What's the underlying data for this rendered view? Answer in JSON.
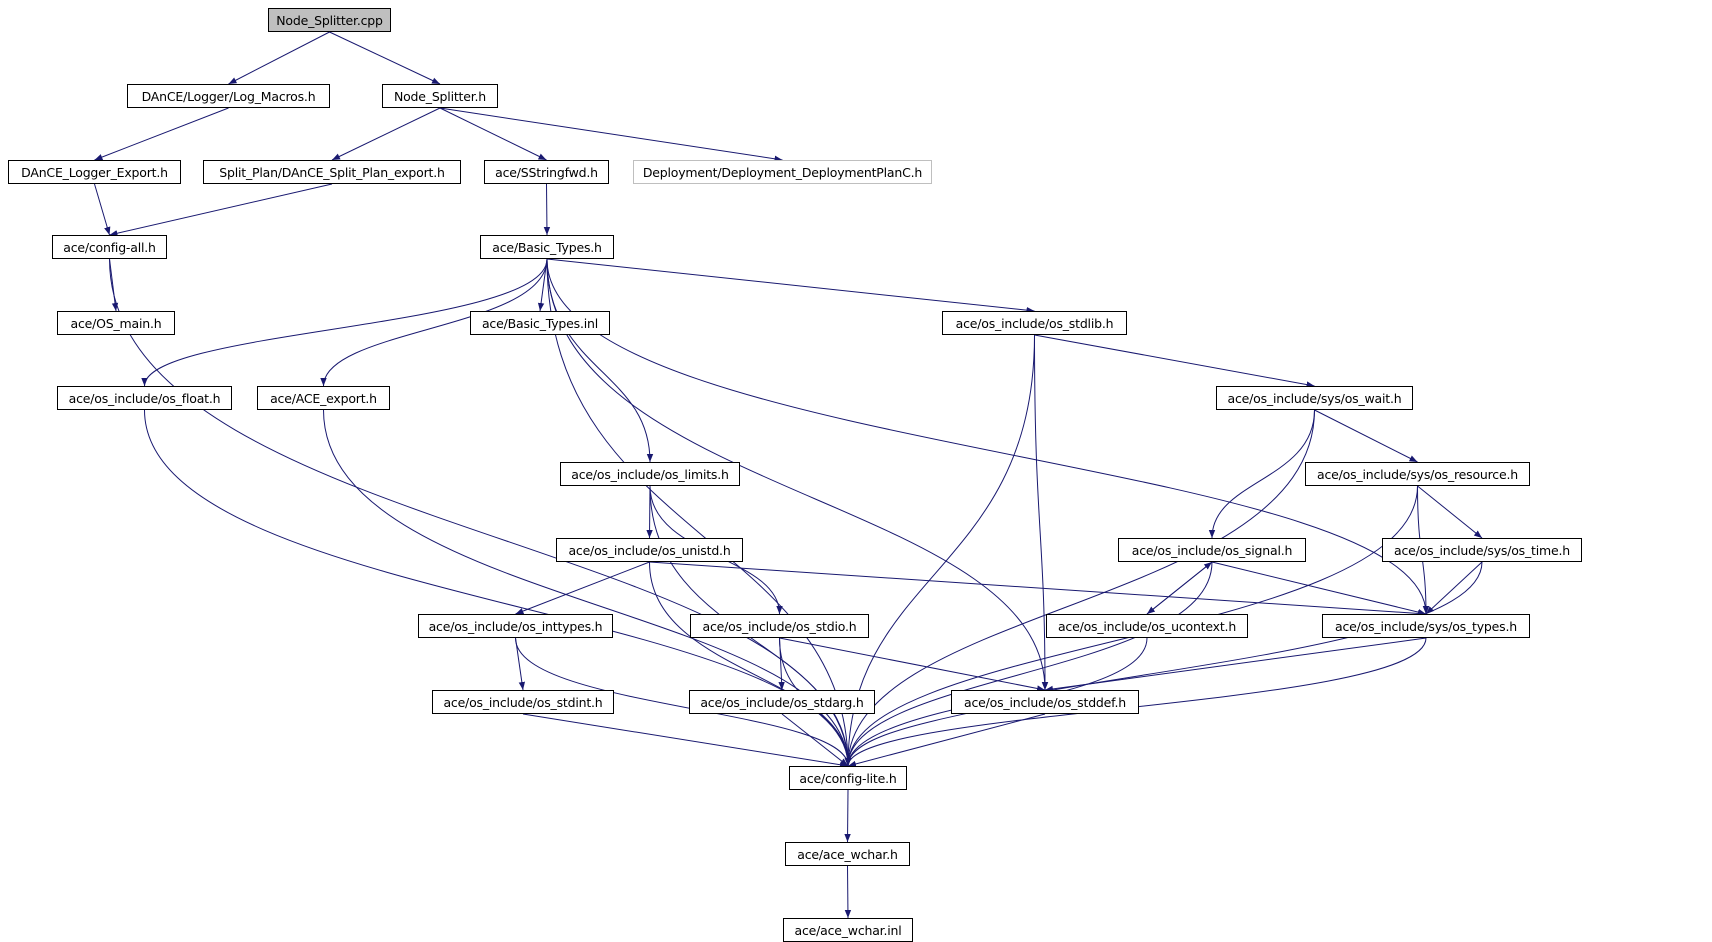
{
  "colors": {
    "edge": "#191970",
    "box_border": "#000000",
    "root_fill": "#bfbfbf",
    "ghost_border": "#bfbfbf"
  },
  "nodes": {
    "node_splitter_cpp": "Node_Splitter.cpp",
    "log_macros": "DAnCE/Logger/Log_Macros.h",
    "node_splitter_h": "Node_Splitter.h",
    "logger_export": "DAnCE_Logger_Export.h",
    "split_plan_export": "Split_Plan/DAnCE_Split_Plan_export.h",
    "sstringfwd": "ace/SStringfwd.h",
    "deployment_plan": "Deployment/Deployment_DeploymentPlanC.h",
    "config_all": "ace/config-all.h",
    "basic_types_h": "ace/Basic_Types.h",
    "os_main": "ace/OS_main.h",
    "basic_types_inl": "ace/Basic_Types.inl",
    "os_stdlib": "ace/os_include/os_stdlib.h",
    "os_float": "ace/os_include/os_float.h",
    "ace_export": "ace/ACE_export.h",
    "os_wait": "ace/os_include/sys/os_wait.h",
    "os_limits": "ace/os_include/os_limits.h",
    "os_resource": "ace/os_include/sys/os_resource.h",
    "os_unistd": "ace/os_include/os_unistd.h",
    "os_signal": "ace/os_include/os_signal.h",
    "os_time": "ace/os_include/sys/os_time.h",
    "os_inttypes": "ace/os_include/os_inttypes.h",
    "os_stdio": "ace/os_include/os_stdio.h",
    "os_ucontext": "ace/os_include/os_ucontext.h",
    "os_types": "ace/os_include/sys/os_types.h",
    "os_stdint": "ace/os_include/os_stdint.h",
    "os_stdarg": "ace/os_include/os_stdarg.h",
    "os_stddef": "ace/os_include/os_stddef.h",
    "config_lite": "ace/config-lite.h",
    "ace_wchar_h": "ace/ace_wchar.h",
    "ace_wchar_inl": "ace/ace_wchar.inl"
  },
  "edges": [
    [
      "node_splitter_cpp",
      "log_macros"
    ],
    [
      "node_splitter_cpp",
      "node_splitter_h"
    ],
    [
      "log_macros",
      "logger_export"
    ],
    [
      "node_splitter_h",
      "split_plan_export"
    ],
    [
      "node_splitter_h",
      "sstringfwd"
    ],
    [
      "node_splitter_h",
      "deployment_plan"
    ],
    [
      "logger_export",
      "config_all"
    ],
    [
      "split_plan_export",
      "config_all"
    ],
    [
      "sstringfwd",
      "basic_types_h"
    ],
    [
      "config_all",
      "os_main"
    ],
    [
      "config_all",
      "config_lite"
    ],
    [
      "basic_types_h",
      "basic_types_inl"
    ],
    [
      "basic_types_h",
      "os_stdlib"
    ],
    [
      "basic_types_h",
      "os_float"
    ],
    [
      "basic_types_h",
      "ace_export"
    ],
    [
      "basic_types_h",
      "os_limits"
    ],
    [
      "basic_types_h",
      "os_types"
    ],
    [
      "basic_types_h",
      "os_stddef"
    ],
    [
      "basic_types_h",
      "config_lite"
    ],
    [
      "os_stdlib",
      "os_wait"
    ],
    [
      "os_stdlib",
      "os_stddef"
    ],
    [
      "os_stdlib",
      "config_lite"
    ],
    [
      "os_float",
      "config_lite"
    ],
    [
      "ace_export",
      "config_lite"
    ],
    [
      "os_wait",
      "os_resource"
    ],
    [
      "os_wait",
      "os_signal"
    ],
    [
      "os_wait",
      "config_lite"
    ],
    [
      "os_limits",
      "os_unistd"
    ],
    [
      "os_limits",
      "os_stdio"
    ],
    [
      "os_limits",
      "config_lite"
    ],
    [
      "os_resource",
      "os_time"
    ],
    [
      "os_resource",
      "os_types"
    ],
    [
      "os_resource",
      "config_lite"
    ],
    [
      "os_unistd",
      "os_inttypes"
    ],
    [
      "os_unistd",
      "os_types"
    ],
    [
      "os_unistd",
      "config_lite"
    ],
    [
      "os_signal",
      "os_ucontext"
    ],
    [
      "os_signal",
      "os_types"
    ],
    [
      "os_signal",
      "config_lite"
    ],
    [
      "os_ucontext",
      "os_signal"
    ],
    [
      "os_ucontext",
      "config_lite"
    ],
    [
      "os_time",
      "os_types"
    ],
    [
      "os_time",
      "config_lite"
    ],
    [
      "os_inttypes",
      "os_stdint"
    ],
    [
      "os_inttypes",
      "config_lite"
    ],
    [
      "os_stdio",
      "os_stdarg"
    ],
    [
      "os_stdio",
      "os_stddef"
    ],
    [
      "os_stdio",
      "config_lite"
    ],
    [
      "os_types",
      "os_stddef"
    ],
    [
      "os_types",
      "config_lite"
    ],
    [
      "os_stdint",
      "config_lite"
    ],
    [
      "os_stdarg",
      "config_lite"
    ],
    [
      "os_stddef",
      "config_lite"
    ],
    [
      "config_lite",
      "ace_wchar_h"
    ],
    [
      "ace_wchar_h",
      "ace_wchar_inl"
    ]
  ]
}
